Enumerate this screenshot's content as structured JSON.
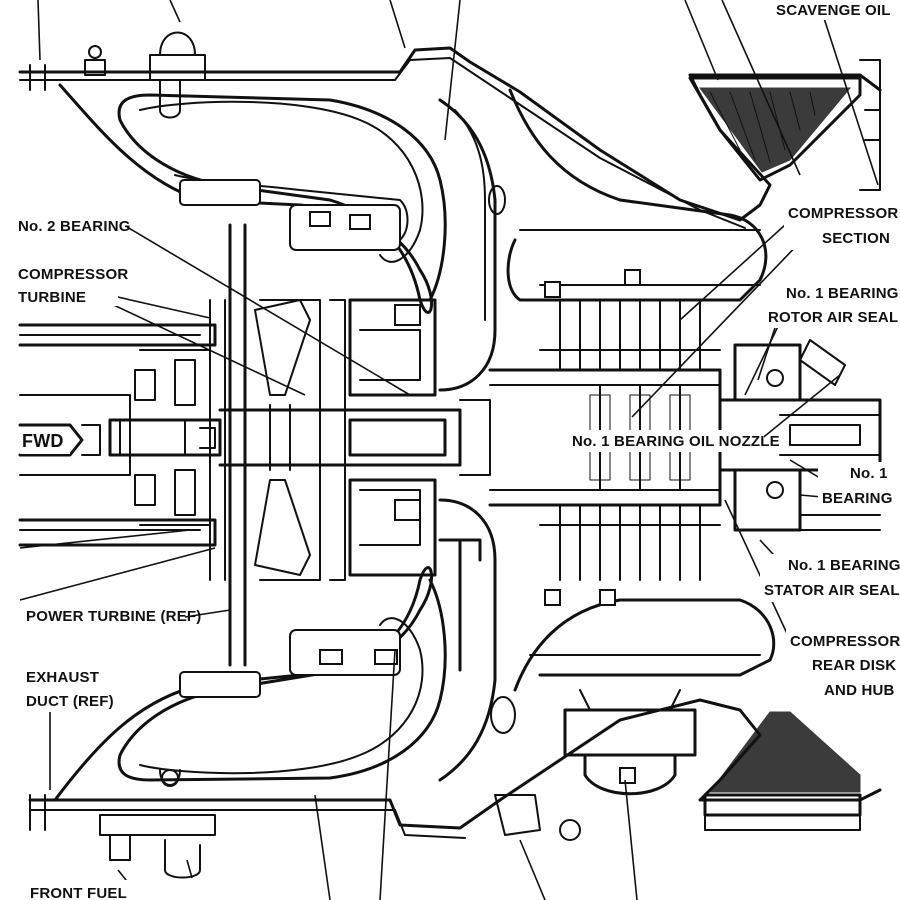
{
  "labels": {
    "scavenge_oil": "SCAVENGE OIL",
    "no2_bearing": "No. 2 BEARING",
    "compressor_turbine_line1": "COMPRESSOR",
    "compressor_turbine_line2": "TURBINE",
    "fwd": "FWD",
    "power_turbine": "POWER TURBINE (REF)",
    "exhaust_duct_line1": "EXHAUST",
    "exhaust_duct_line2": "DUCT (REF)",
    "front_fuel": "FRONT FUEL",
    "compressor_section_line1": "COMPRESSOR",
    "compressor_section_line2": "SECTION",
    "no1_rotor_line1": "No. 1 BEARING",
    "no1_rotor_line2": "ROTOR AIR SEAL",
    "no1_oil_nozzle": "No. 1 BEARING OIL NOZZLE",
    "no1_bearing_line1": "No. 1",
    "no1_bearing_line2": "BEARING",
    "no1_stator_line1": "No. 1 BEARING",
    "no1_stator_line2": "STATOR AIR SEAL",
    "rear_disk_line1": "COMPRESSOR",
    "rear_disk_line2": "REAR DISK",
    "rear_disk_line3": "AND HUB"
  },
  "colors": {
    "ink": "#111111",
    "paper": "#ffffff"
  }
}
